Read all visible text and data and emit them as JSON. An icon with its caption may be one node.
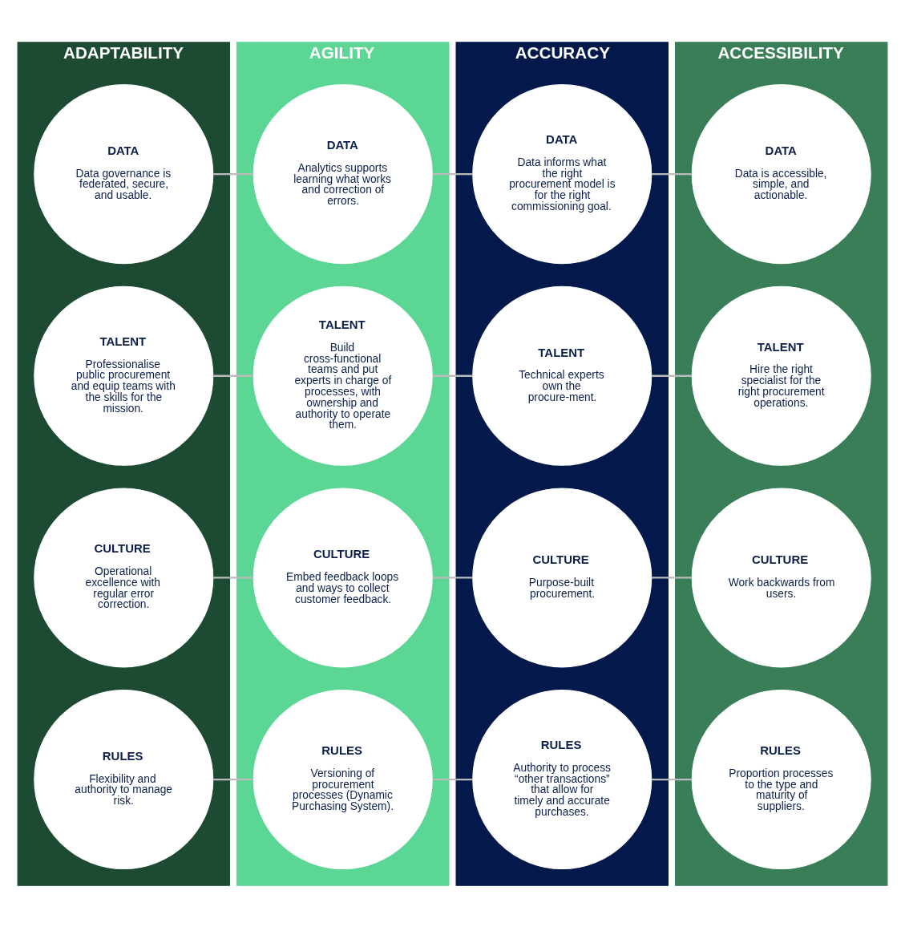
{
  "diagram": {
    "nodes": [
      {
        "text": [
          "ADAPTABILITY"
        ]
      },
      {
        "text": [
          "DATA",
          "Data governance is federated, secure, and usable."
        ],
        "in": 0
      },
      {
        "text": [
          "TALENT",
          "Professionalise public procurement and equip teams with the skills for the mission."
        ],
        "in": 0
      },
      {
        "text": [
          "CULTURE",
          "Operational excellence with regular error correction."
        ],
        "in": 0
      },
      {
        "text": [
          "RULES",
          "Flexibility and authority to manage risk."
        ],
        "in": 0
      },
      {
        "text": [
          "AGILITY"
        ]
      },
      {
        "text": [
          "DATA",
          "Analytics supports learning what works and correction of errors."
        ],
        "in": 5
      },
      {
        "text": [
          "TALENT",
          "Build cross-functional teams and put experts in charge of processes, with ownership and authority to operate them."
        ],
        "in": 5
      },
      {
        "text": [
          "CULTURE",
          "Embed feedback loops and ways to collect customer feedback."
        ],
        "in": 5
      },
      {
        "text": [
          "RULES",
          "Versioning of procurement processes (Dynamic Purchasing System)."
        ],
        "in": 5
      },
      {
        "text": [
          "ACCURACY"
        ]
      },
      {
        "text": [
          "DATA",
          "Data informs what the right procurement model is for the right commissioning goal."
        ],
        "in": 10
      },
      {
        "text": [
          "TALENT",
          "Technical experts own the procure-ment."
        ],
        "in": 10
      },
      {
        "text": [
          "CULTURE",
          "Purpose-built procurement."
        ],
        "in": 10
      },
      {
        "text": [
          "RULES",
          "Authority to process “other transactions” that allow for timely and accurate purchases."
        ],
        "in": 10
      },
      {
        "text": [
          "ACCESSIBILITY"
        ]
      },
      {
        "text": [
          "DATA",
          "Data is accessible, simple, and actionable."
        ],
        "in": 15
      },
      {
        "text": [
          "TALENT",
          "Hire the right specialist for the right procurement operations."
        ],
        "in": 15
      },
      {
        "text": [
          "CULTURE",
          "Work backwards from users."
        ],
        "in": 15
      },
      {
        "text": [
          "RULES",
          "Proportion processes to the type and maturity of suppliers."
        ],
        "in": 15
      }
    ],
    "edges": [
      {
        "from": 1,
        "to": 6,
        "arrow": "none"
      },
      {
        "from": 6,
        "to": 11,
        "arrow": "none"
      },
      {
        "from": 11,
        "to": 16,
        "arrow": "none"
      },
      {
        "from": 2,
        "to": 7,
        "arrow": "none"
      },
      {
        "from": 7,
        "to": 12,
        "arrow": "none"
      },
      {
        "from": 12,
        "to": 17,
        "arrow": "none"
      },
      {
        "from": 3,
        "to": 8,
        "arrow": "none"
      },
      {
        "from": 8,
        "to": 13,
        "arrow": "none"
      },
      {
        "from": 13,
        "to": 18,
        "arrow": "none"
      },
      {
        "from": 4,
        "to": 9,
        "arrow": "none"
      },
      {
        "from": 9,
        "to": 14,
        "arrow": "none"
      },
      {
        "from": 14,
        "to": 19,
        "arrow": "none"
      }
    ]
  }
}
